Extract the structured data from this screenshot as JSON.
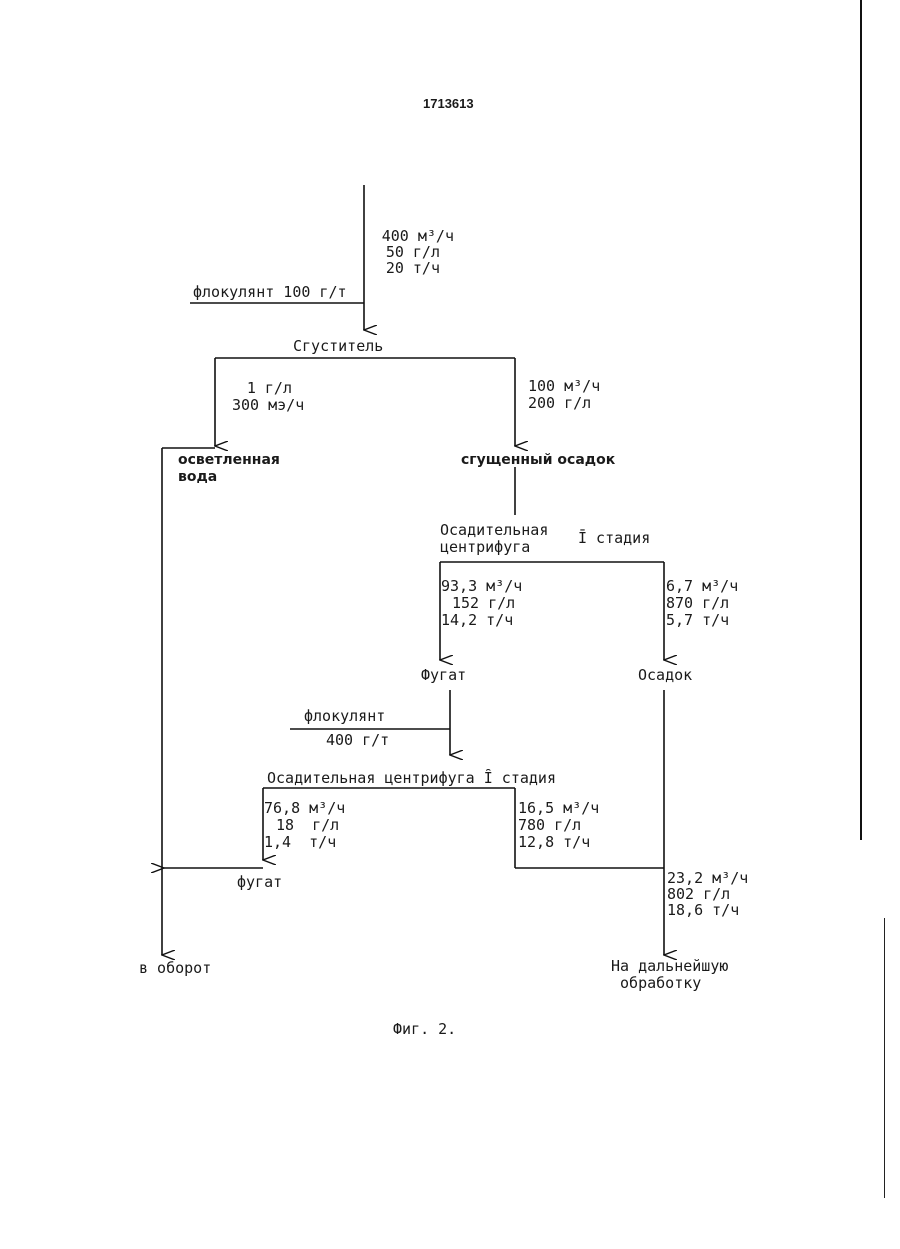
{
  "patent_number": "1713613",
  "figure_caption": "Фиг. 2.",
  "feed": {
    "flow": "400 м³/ч",
    "conc": "50 г/л",
    "mass": "20 т/ч"
  },
  "flocculant_1": "флокулянт 100 г/т",
  "thickener": "Сгуститель",
  "thickener_left": {
    "conc": "1 г/л",
    "flow": "300 мэ/ч"
  },
  "thickener_right": {
    "flow": "100 м³/ч",
    "conc": "200 г/л"
  },
  "clarified_water": "осветленная\nвода",
  "thickened_sludge": "сгущенный осадок",
  "centrifuge_1": {
    "label": "Осадительная\nцентрифуга",
    "stage": "Ī стадия"
  },
  "cent1_left": {
    "flow": "93,3 м³/ч",
    "conc": "152 г/л",
    "mass": "14,2 т/ч"
  },
  "cent1_right": {
    "flow": "6,7 м³/ч",
    "conc": "870 г/л",
    "mass": "5,7 т/ч"
  },
  "fugate_1": "Фугат",
  "sediment": "Осадок",
  "flocculant_2": {
    "label": "флокулянт",
    "dose": "400 г/т"
  },
  "centrifuge_2": "Осадительная центрифуга Ȋ стадия",
  "cent2_left": {
    "flow": "76,8 м³/ч",
    "conc": "18  г/л",
    "mass": "1,4  т/ч"
  },
  "cent2_right": {
    "flow": "16,5 м³/ч",
    "conc": "780 г/л",
    "mass": "12,8 т/ч"
  },
  "fugate_2": "фугат",
  "combined": {
    "flow": "23,2 м³/ч",
    "conc": "802 г/л",
    "mass": "18,6 т/ч"
  },
  "recycle": "в оборот",
  "further": "На дальнейшую\n обработку"
}
